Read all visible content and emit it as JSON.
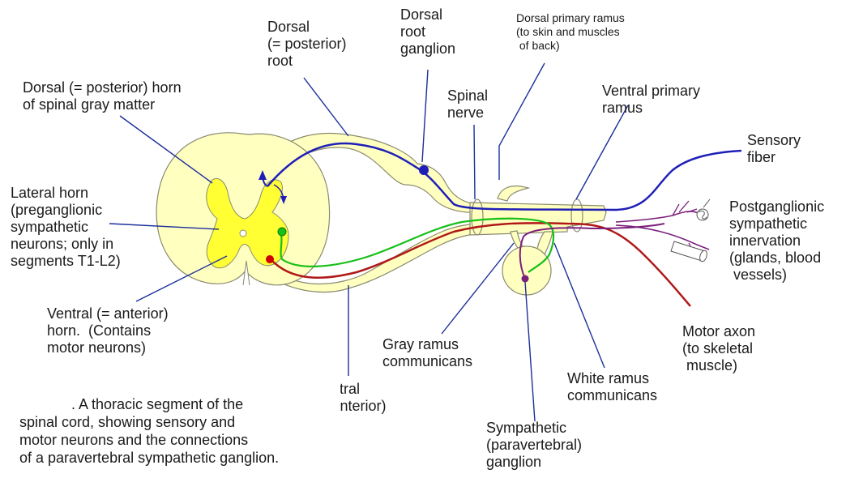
{
  "labels": {
    "dorsal_root": "Dorsal\n(= posterior)\nroot",
    "dorsal_root_ganglion": "Dorsal\nroot\nganglion",
    "dorsal_primary_ramus": "Dorsal primary ramus\n(to skin and muscles\n of back)",
    "dorsal_horn": "Dorsal (= posterior) horn\nof spinal gray matter",
    "spinal_nerve": "Spinal\nnerve",
    "ventral_primary_ramus": "Ventral primary\nramus",
    "sensory_fiber": "Sensory\nfiber",
    "lateral_horn": "Lateral horn\n(preganglionic\nsympathetic\nneurons; only in\nsegments T1-L2)",
    "postganglionic": "Postganglionic\nsympathetic\ninnervation\n(glands, blood\n vessels)",
    "ventral_horn": "Ventral (= anterior)\nhorn.  (Contains\nmotor neurons)",
    "gray_ramus": "Gray ramus\ncommunicans",
    "white_ramus": "White ramus\ncommunicans",
    "motor_axon": "Motor axon\n(to skeletal\n muscle)",
    "ventral_root": "Ventral\n(= anterior)\nroot",
    "sympathetic_ganglion": "Sympathetic\n(paravertebral)\nganglion"
  },
  "caption": ". A thoracic segment of the\nspinal cord, showing sensory and\nmotor neurons and the connections\nof a paravertebral sympathetic ganglion.",
  "colors": {
    "tissue_fill": "#ffffc0",
    "tissue_stroke": "#8a8a70",
    "gray_matter": "#ffff33",
    "sensory": "#1f1fb8",
    "motor": "#b01818",
    "preganglionic": "#16c016",
    "postganglionic": "#7a1f7a",
    "leader": "#1c2f9a"
  },
  "icons": [
    "neuron-cell-body-icon",
    "gland-icon",
    "blood-vessel-icon"
  ]
}
